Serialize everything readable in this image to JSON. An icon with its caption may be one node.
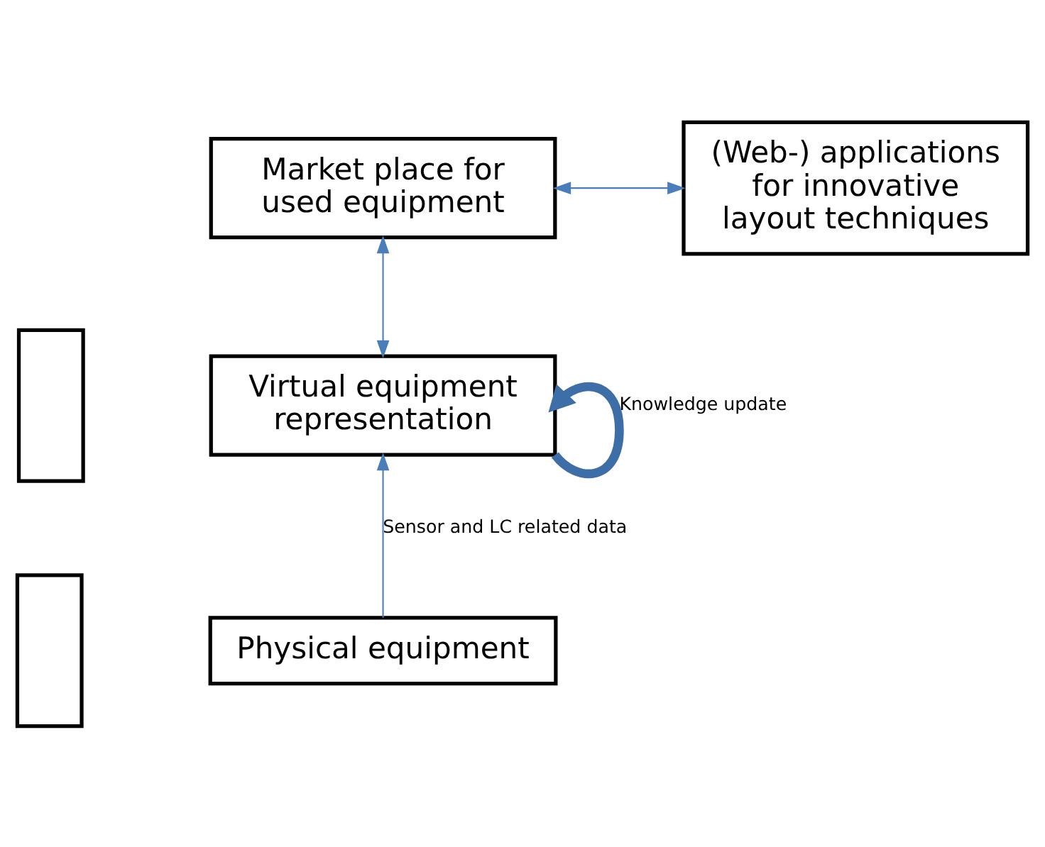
{
  "diagram": {
    "nodes": [
      {
        "text": [
          "Market place for used equipment"
        ]
      },
      {
        "text": [
          "(Web-) applications for innovative layout techniques"
        ]
      },
      {
        "text": [],
        "shape": "box"
      },
      {
        "text": [
          "Virtual equipment representation"
        ]
      },
      {
        "text": [],
        "shape": "box"
      },
      {
        "text": [
          "Physical equipment"
        ]
      }
    ],
    "edges": [
      {
        "from": 0,
        "to": 1,
        "arrow": "both"
      },
      {
        "from": 0,
        "to": 3,
        "arrow": "both"
      },
      {
        "from": 3,
        "to": 3,
        "arrow": "to",
        "label": "Knowledge update",
        "style": "thick",
        "color": "#3d6ea8"
      },
      {
        "from": 5,
        "to": 3,
        "arrow": "to",
        "label": "Sensor and LC related data"
      }
    ]
  }
}
